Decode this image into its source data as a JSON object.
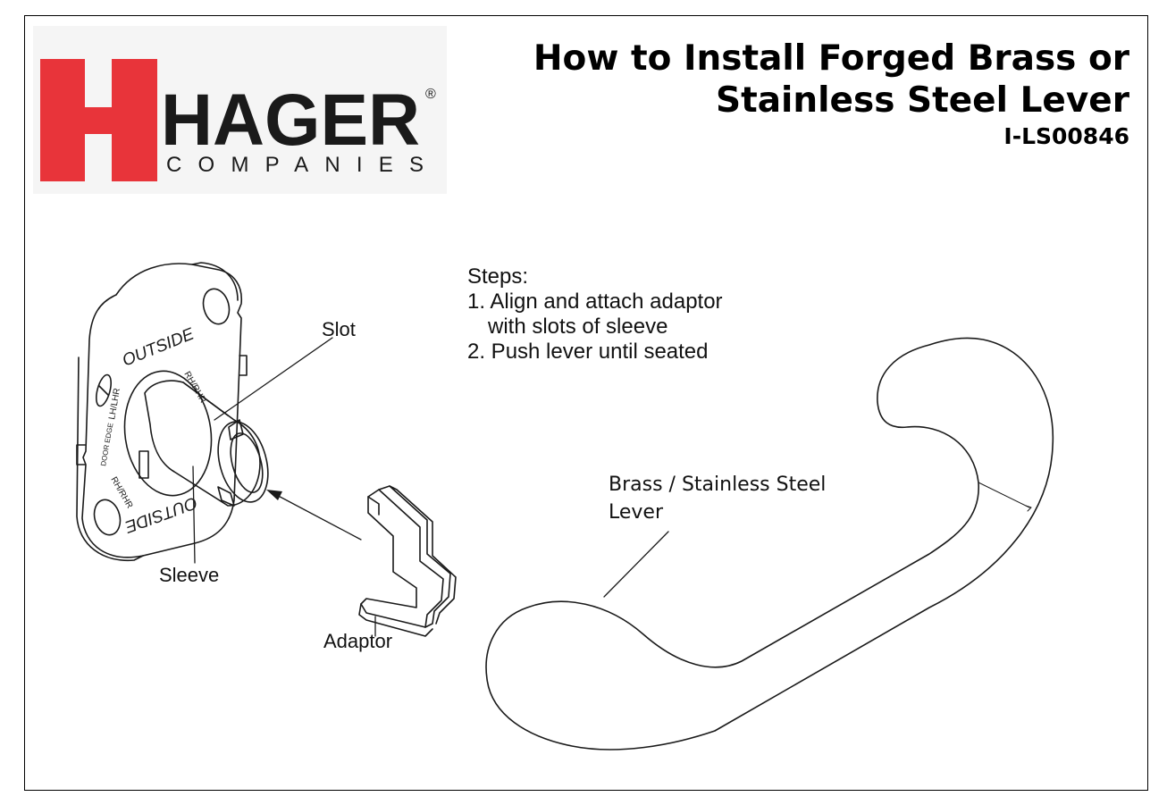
{
  "header": {
    "brand_name": "HAGER",
    "brand_registered": "®",
    "brand_sub": "COMPANIES",
    "title_line1": "How to Install Forged Brass or",
    "title_line2": "Stainless Steel Lever",
    "doc_code": "I-LS00846",
    "brand_color": "#e8343a"
  },
  "steps": {
    "heading": "Steps:",
    "step1_line1": "1. Align and attach adaptor",
    "step1_line2": "with slots of sleeve",
    "step2": "2. Push lever until seated"
  },
  "callouts": {
    "slot": "Slot",
    "sleeve": "Sleeve",
    "adaptor": "Adaptor",
    "lever_line1": "Brass / Stainless Steel",
    "lever_line2": "Lever"
  },
  "rose_markings": {
    "outside_top": "OUTSIDE",
    "outside_bottom": "OUTSIDE",
    "rh_rhr_top": "RH/RHR",
    "lh_lhr": "LH/LHR",
    "door_edge": "DOOR EDGE",
    "rh_rhr_bottom": "RH/RHR"
  }
}
